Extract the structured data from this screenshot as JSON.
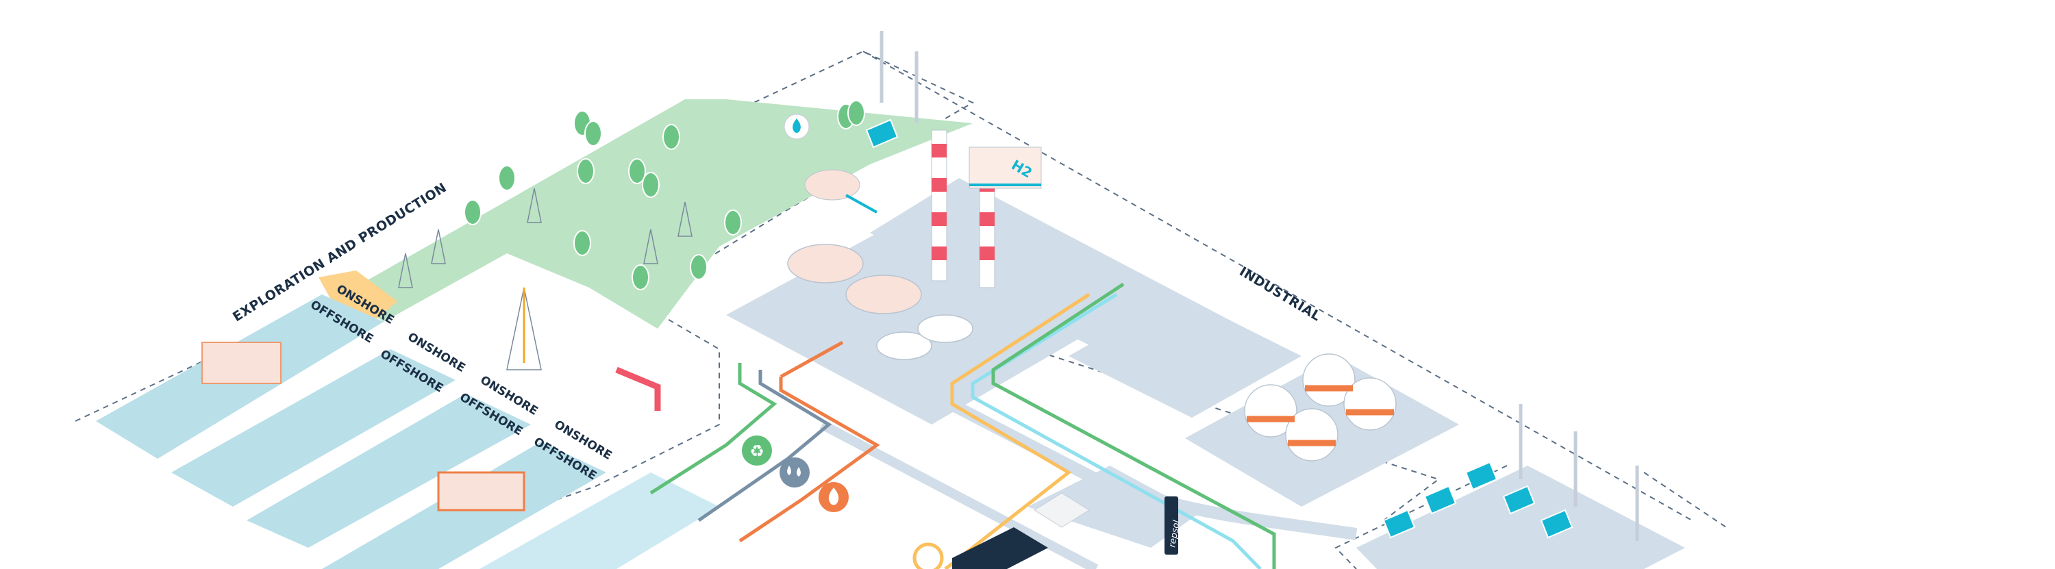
{
  "zones": {
    "exploration": "EXPLORATION AND PRODUCTION",
    "industrial": "INDUSTRIAL"
  },
  "areas": [
    {
      "onshore": "ONSHORE",
      "offshore": "OFFSHORE"
    },
    {
      "onshore": "ONSHORE",
      "offshore": "OFFSHORE"
    },
    {
      "onshore": "ONSHORE",
      "offshore": "OFFSHORE"
    },
    {
      "onshore": "ONSHORE",
      "offshore": "OFFSHORE"
    }
  ],
  "hydrogen_label": "H2",
  "brand_sign": "repsol",
  "icons": [
    "recycle-icon",
    "water-drop-icon",
    "flame-icon",
    "biogas-flame-icon",
    "renewable-cycle-icon"
  ],
  "colors": {
    "green_area": "#bce3c4",
    "sea": "#b9dfe9",
    "industrial_ground": "#d1dde8",
    "pipe_green": "#5fbf78",
    "pipe_slate": "#7890a6",
    "pipe_orange": "#ef7d45",
    "pipe_yellow": "#fbbf5c",
    "pipe_cyan": "#8fe0ee",
    "dark_navy": "#1b2f45"
  }
}
